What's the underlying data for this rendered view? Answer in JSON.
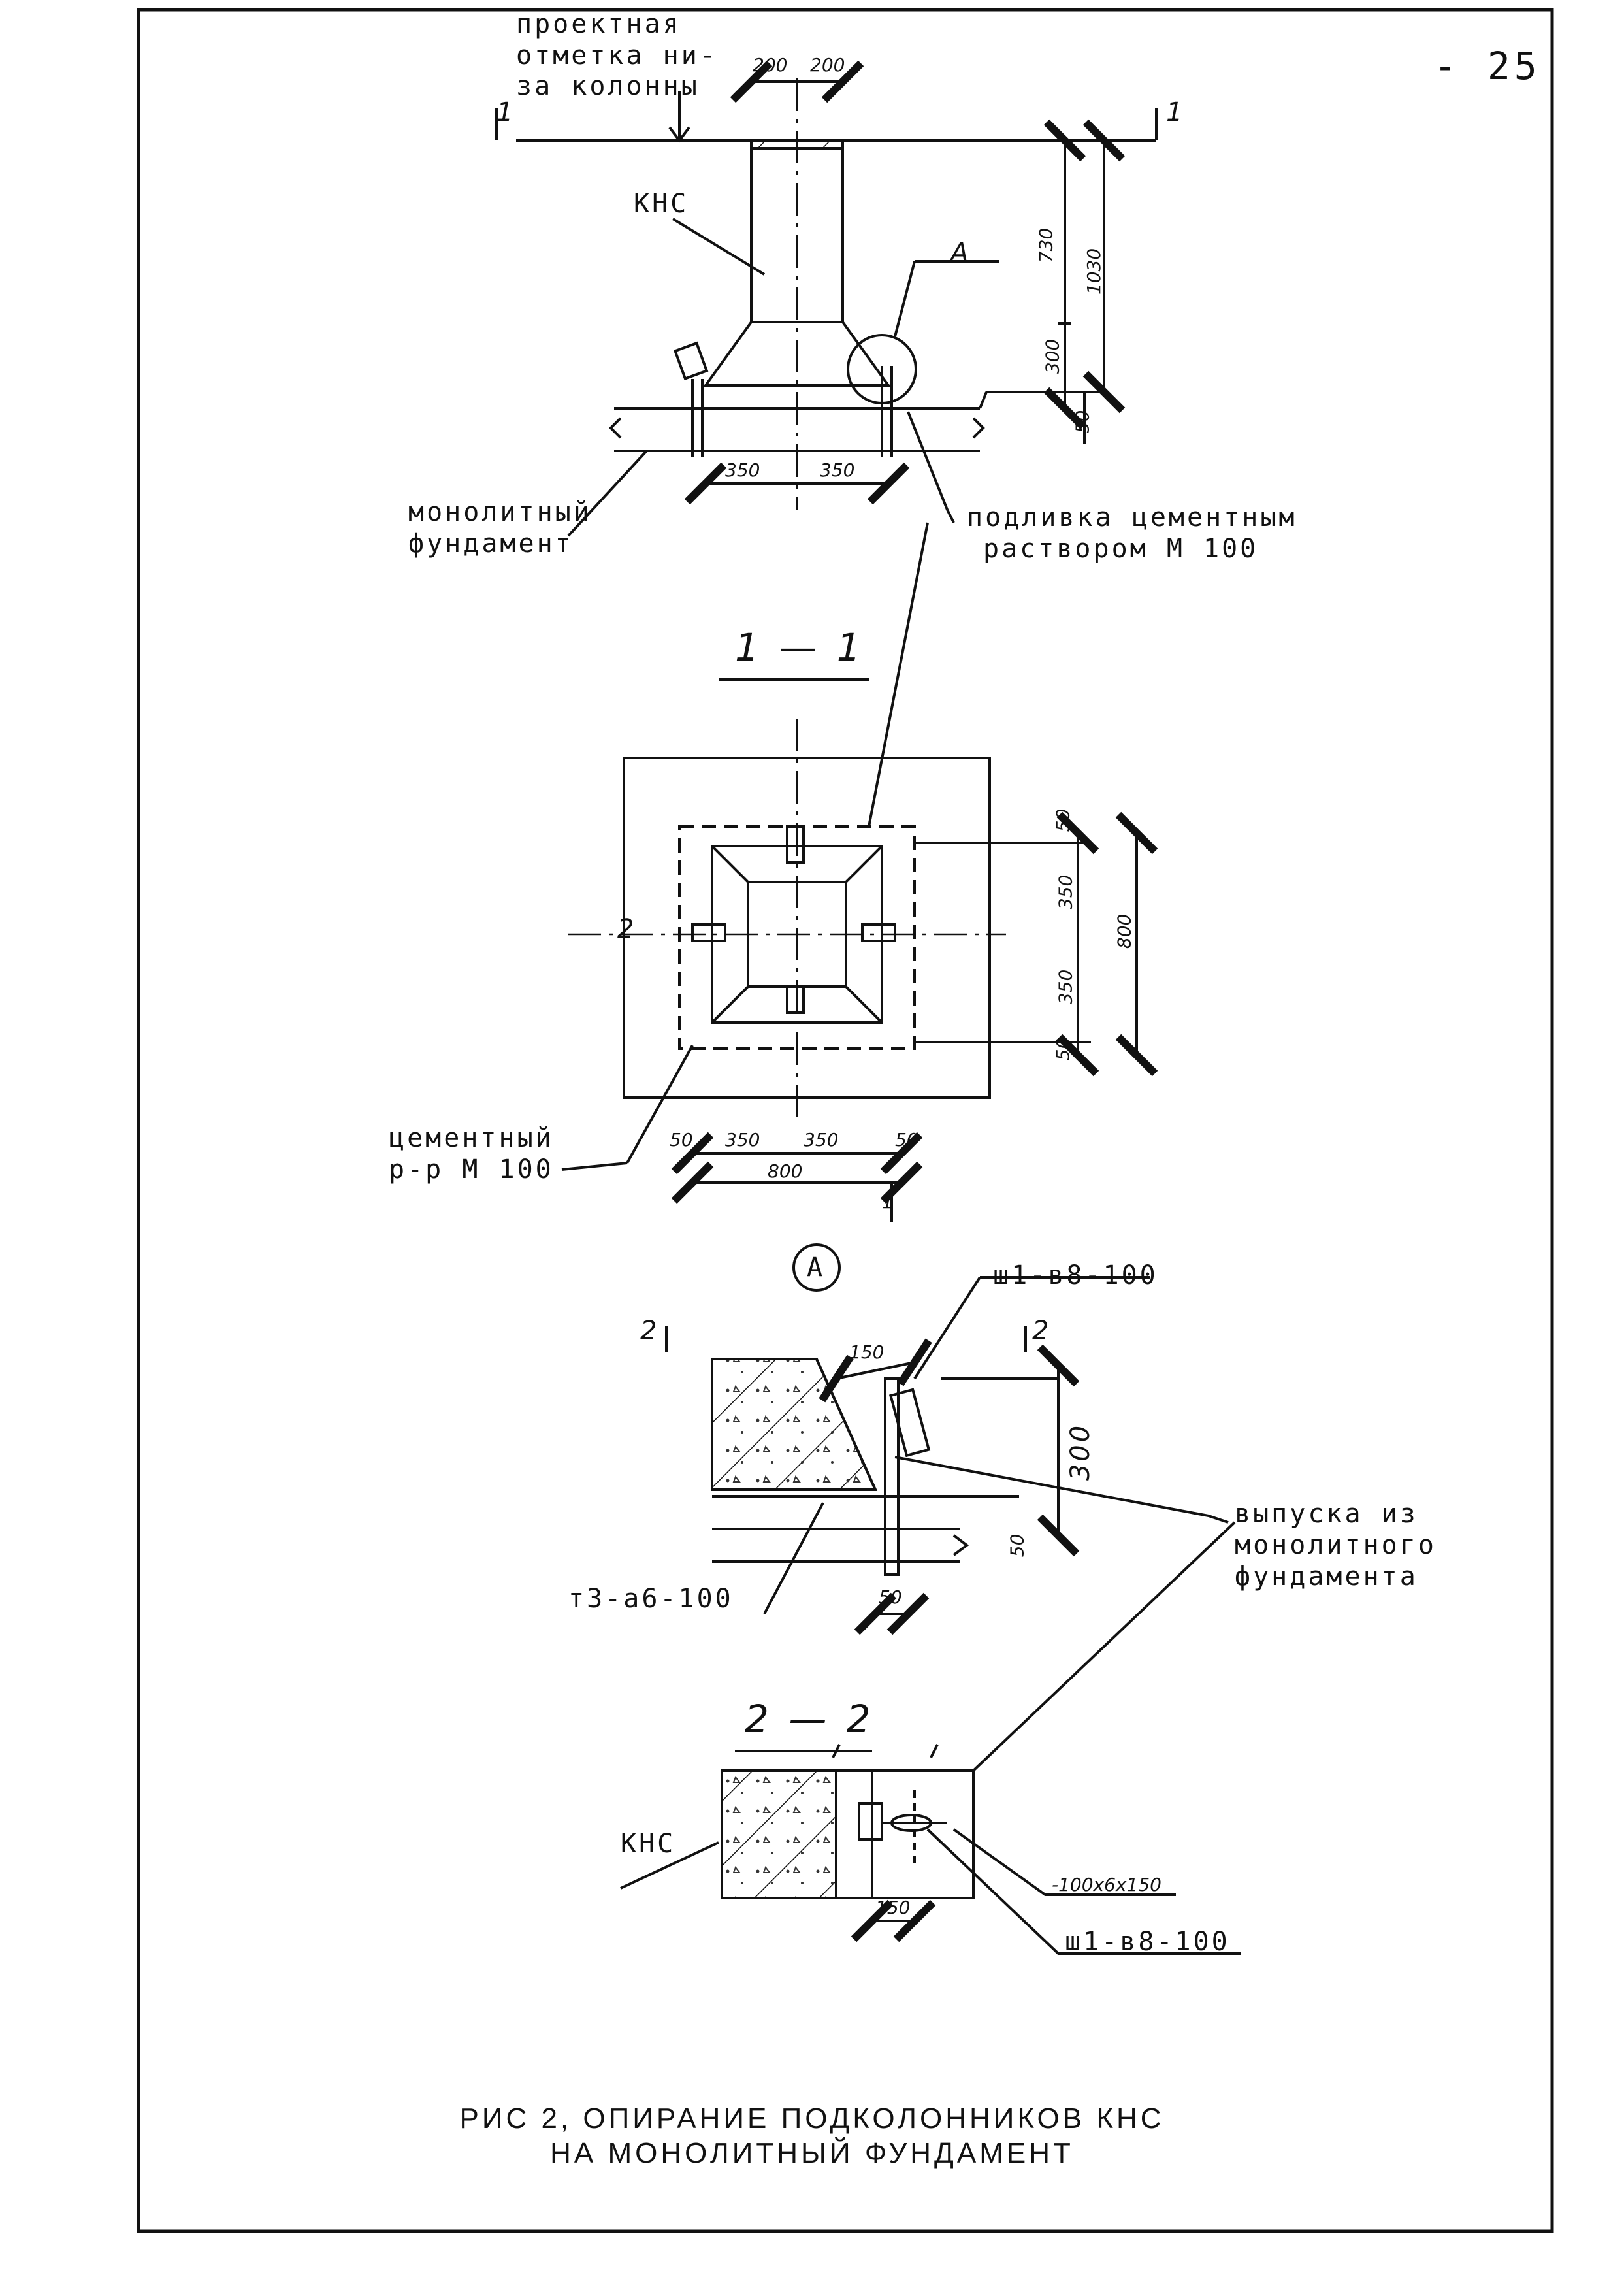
{
  "page": {
    "number": "- 25"
  },
  "elevation": {
    "top_label_lines": [
      "проектная",
      "отметка ни-",
      "за колонны"
    ],
    "section_mark_left": "1",
    "section_mark_right": "1",
    "column_label": "КНС",
    "detail_callout": "А",
    "dims": {
      "w_left": "200",
      "w_right": "200",
      "h_shaft": "730",
      "h_total": "1030",
      "h_base": "300",
      "h_grout": "50",
      "b_left": "350",
      "b_right": "350"
    },
    "foundation_label_lines": [
      "монолитный",
      "фундамент"
    ],
    "grout_label_lines": [
      "подливка цементным",
      "раствором М 100"
    ]
  },
  "plan": {
    "title": "1 — 1",
    "section_mark_left": "2",
    "section_mark_bottom": "1",
    "grout_label_lines": [
      "цементный",
      "р-р М 100"
    ],
    "dims_right": {
      "a": "50",
      "b": "350",
      "c": "350",
      "d": "50",
      "total": "800"
    },
    "dims_bottom": {
      "a": "50",
      "b": "350",
      "c": "350",
      "d": "50",
      "total": "800"
    }
  },
  "detail_a": {
    "callout": "А",
    "bar_label": "ш1-в8-100",
    "section_mark_left": "2",
    "section_mark_right": "2",
    "dims": {
      "w": "150",
      "h": "300",
      "grout": "50",
      "bar_offset": "50"
    },
    "stirrup_label": "т3-а6-100",
    "outlets_label_lines": [
      "выпуска из",
      "монолитного",
      "фундамента"
    ]
  },
  "section_22": {
    "title": "2 — 2",
    "column_label": "КНС",
    "plate_label": "-100х6х150",
    "bar_label": "ш1-в8-100",
    "dim": "150"
  },
  "caption": {
    "line1": "РИС 2, ОПИРАНИЕ  ПОДКОЛОННИКОВ  КНС",
    "line2": "НА МОНОЛИТНЫЙ ФУНДАМЕНТ"
  }
}
